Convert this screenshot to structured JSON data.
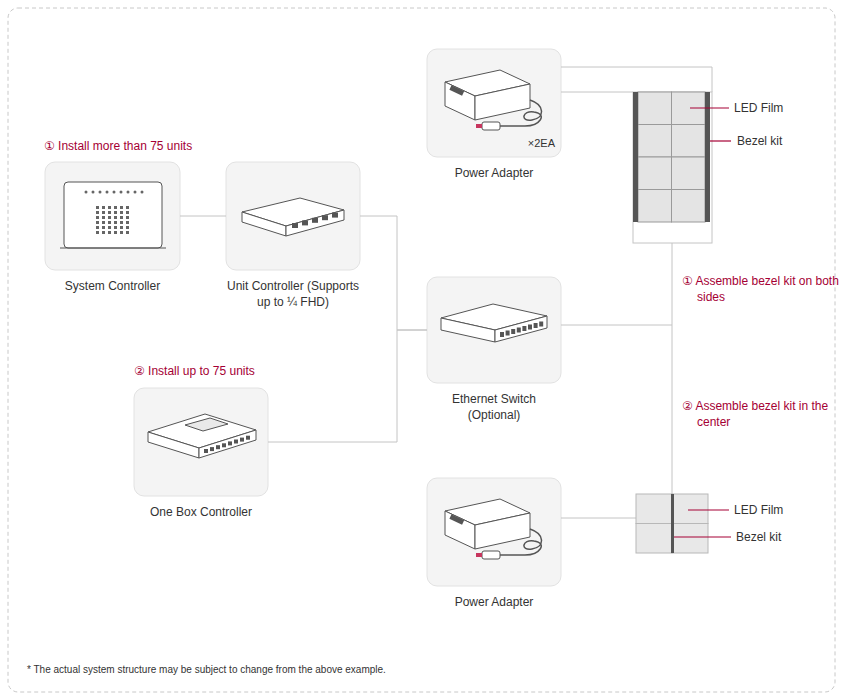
{
  "diagram": {
    "nodes": [
      {
        "text": [
          "×2EA",
          "Power Adapter"
        ]
      },
      {
        "text": [
          "System Controller"
        ]
      },
      {
        "text": [
          "Unit Controller (Supports up to ¼ FHD)"
        ]
      },
      {
        "text": [
          "Ethernet Switch (Optional)"
        ]
      },
      {
        "text": [
          "One Box Controller"
        ]
      },
      {
        "text": [
          "Power Adapter"
        ]
      }
    ],
    "edges": [
      {
        "from": 1,
        "to": 2,
        "arrow": "none"
      },
      {
        "from": 2,
        "to": 3,
        "arrow": "none"
      },
      {
        "from": 4,
        "to": 3,
        "arrow": "none"
      }
    ],
    "labels": [
      "① Install more than 75 units",
      "LED Film",
      "Bezel kit",
      "① Assemble bezel kit on both sides",
      "② Install up to 75 units",
      "② Assemble bezel kit in the center",
      "LED Film",
      "Bezel kit",
      "* The actual system structure may be subject to change from the above example."
    ]
  }
}
